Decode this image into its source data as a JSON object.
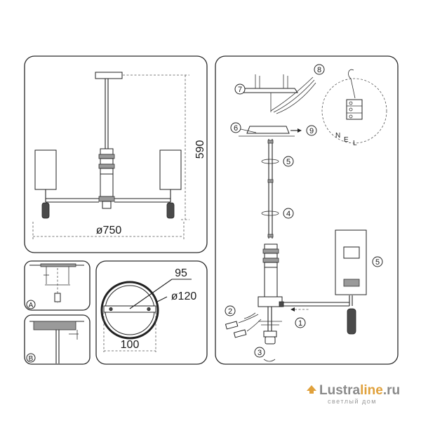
{
  "dimensions": {
    "height": "590",
    "width": "ø750",
    "canopy_inner": "95",
    "canopy_diameter": "ø120",
    "canopy_plate": "100"
  },
  "detail_labels": {
    "a": "A",
    "b": "B"
  },
  "wire_labels": {
    "n": "N",
    "e": "E",
    "l": "L"
  },
  "callouts": {
    "c1": "1",
    "c2": "2",
    "c3": "3",
    "c4": "4",
    "c5_rod": "5",
    "c5_shade": "5",
    "c6": "6",
    "c7": "7",
    "c8": "8",
    "c9": "9"
  },
  "brand": {
    "name_part1": "Lustra",
    "name_part2": "line",
    "name_part3": ".ru",
    "tagline": "светлый дом"
  }
}
